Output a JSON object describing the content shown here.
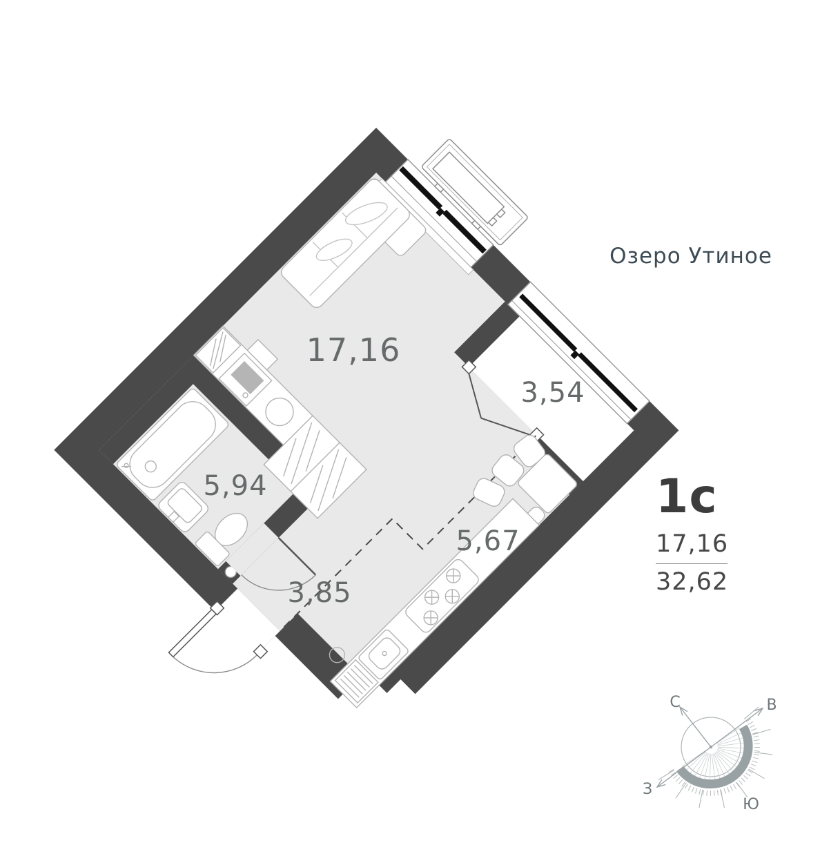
{
  "location": {
    "label": "Озеро Утиное"
  },
  "unit": {
    "type_label": "1с",
    "living_area": "17,16",
    "total_area": "32,62"
  },
  "rooms": {
    "living": {
      "area": "17,16"
    },
    "loggia": {
      "area": "3,54"
    },
    "bathroom": {
      "area": "5,94"
    },
    "hall": {
      "area": "3,85"
    },
    "kitchen": {
      "area": "5,67"
    }
  },
  "compass": {
    "north": "С",
    "east": "В",
    "west": "З",
    "south": "Ю"
  },
  "colors": {
    "wall": "#4a4a4a",
    "floor": "#e9e9e9",
    "loggia_floor": "#ffffff",
    "glazing": "#111111",
    "furniture_stroke": "#b3b3b3",
    "room_label_text": "#666a6a",
    "lake_label_text": "#3d4b55",
    "legend_text": "#3c3c3c",
    "compass_gray": "#9aa2a5"
  }
}
